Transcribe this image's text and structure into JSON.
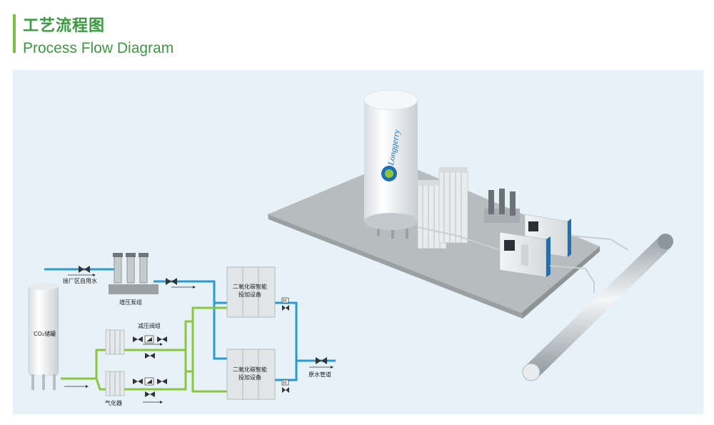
{
  "header": {
    "title_cn": "工艺流程图",
    "title_en": "Process Flow Diagram"
  },
  "brand": {
    "tank_logo_text": "Longgerry"
  },
  "diagram": {
    "inlet_label": "接厂区自用水",
    "pump_label": "增压泵组",
    "storage_tank_label": "CO₂储罐",
    "valve_group_label": "减压阀组",
    "vaporizer_label": "气化器",
    "controller_top_label_1": "二氧化碳智能",
    "controller_top_label_2": "投加设备",
    "controller_bottom_label_1": "二氧化碳智能",
    "controller_bottom_label_2": "投加设备",
    "outlet_label": "原水管道",
    "instrument_top": "M",
    "instrument_bottom": "M"
  },
  "colors": {
    "title_green": "#3a9a3f",
    "accent_bar": "#7ac143",
    "panel_bg": "#e6f2f7",
    "water_line": "#2a9ad6",
    "gas_line": "#8cc63f"
  }
}
